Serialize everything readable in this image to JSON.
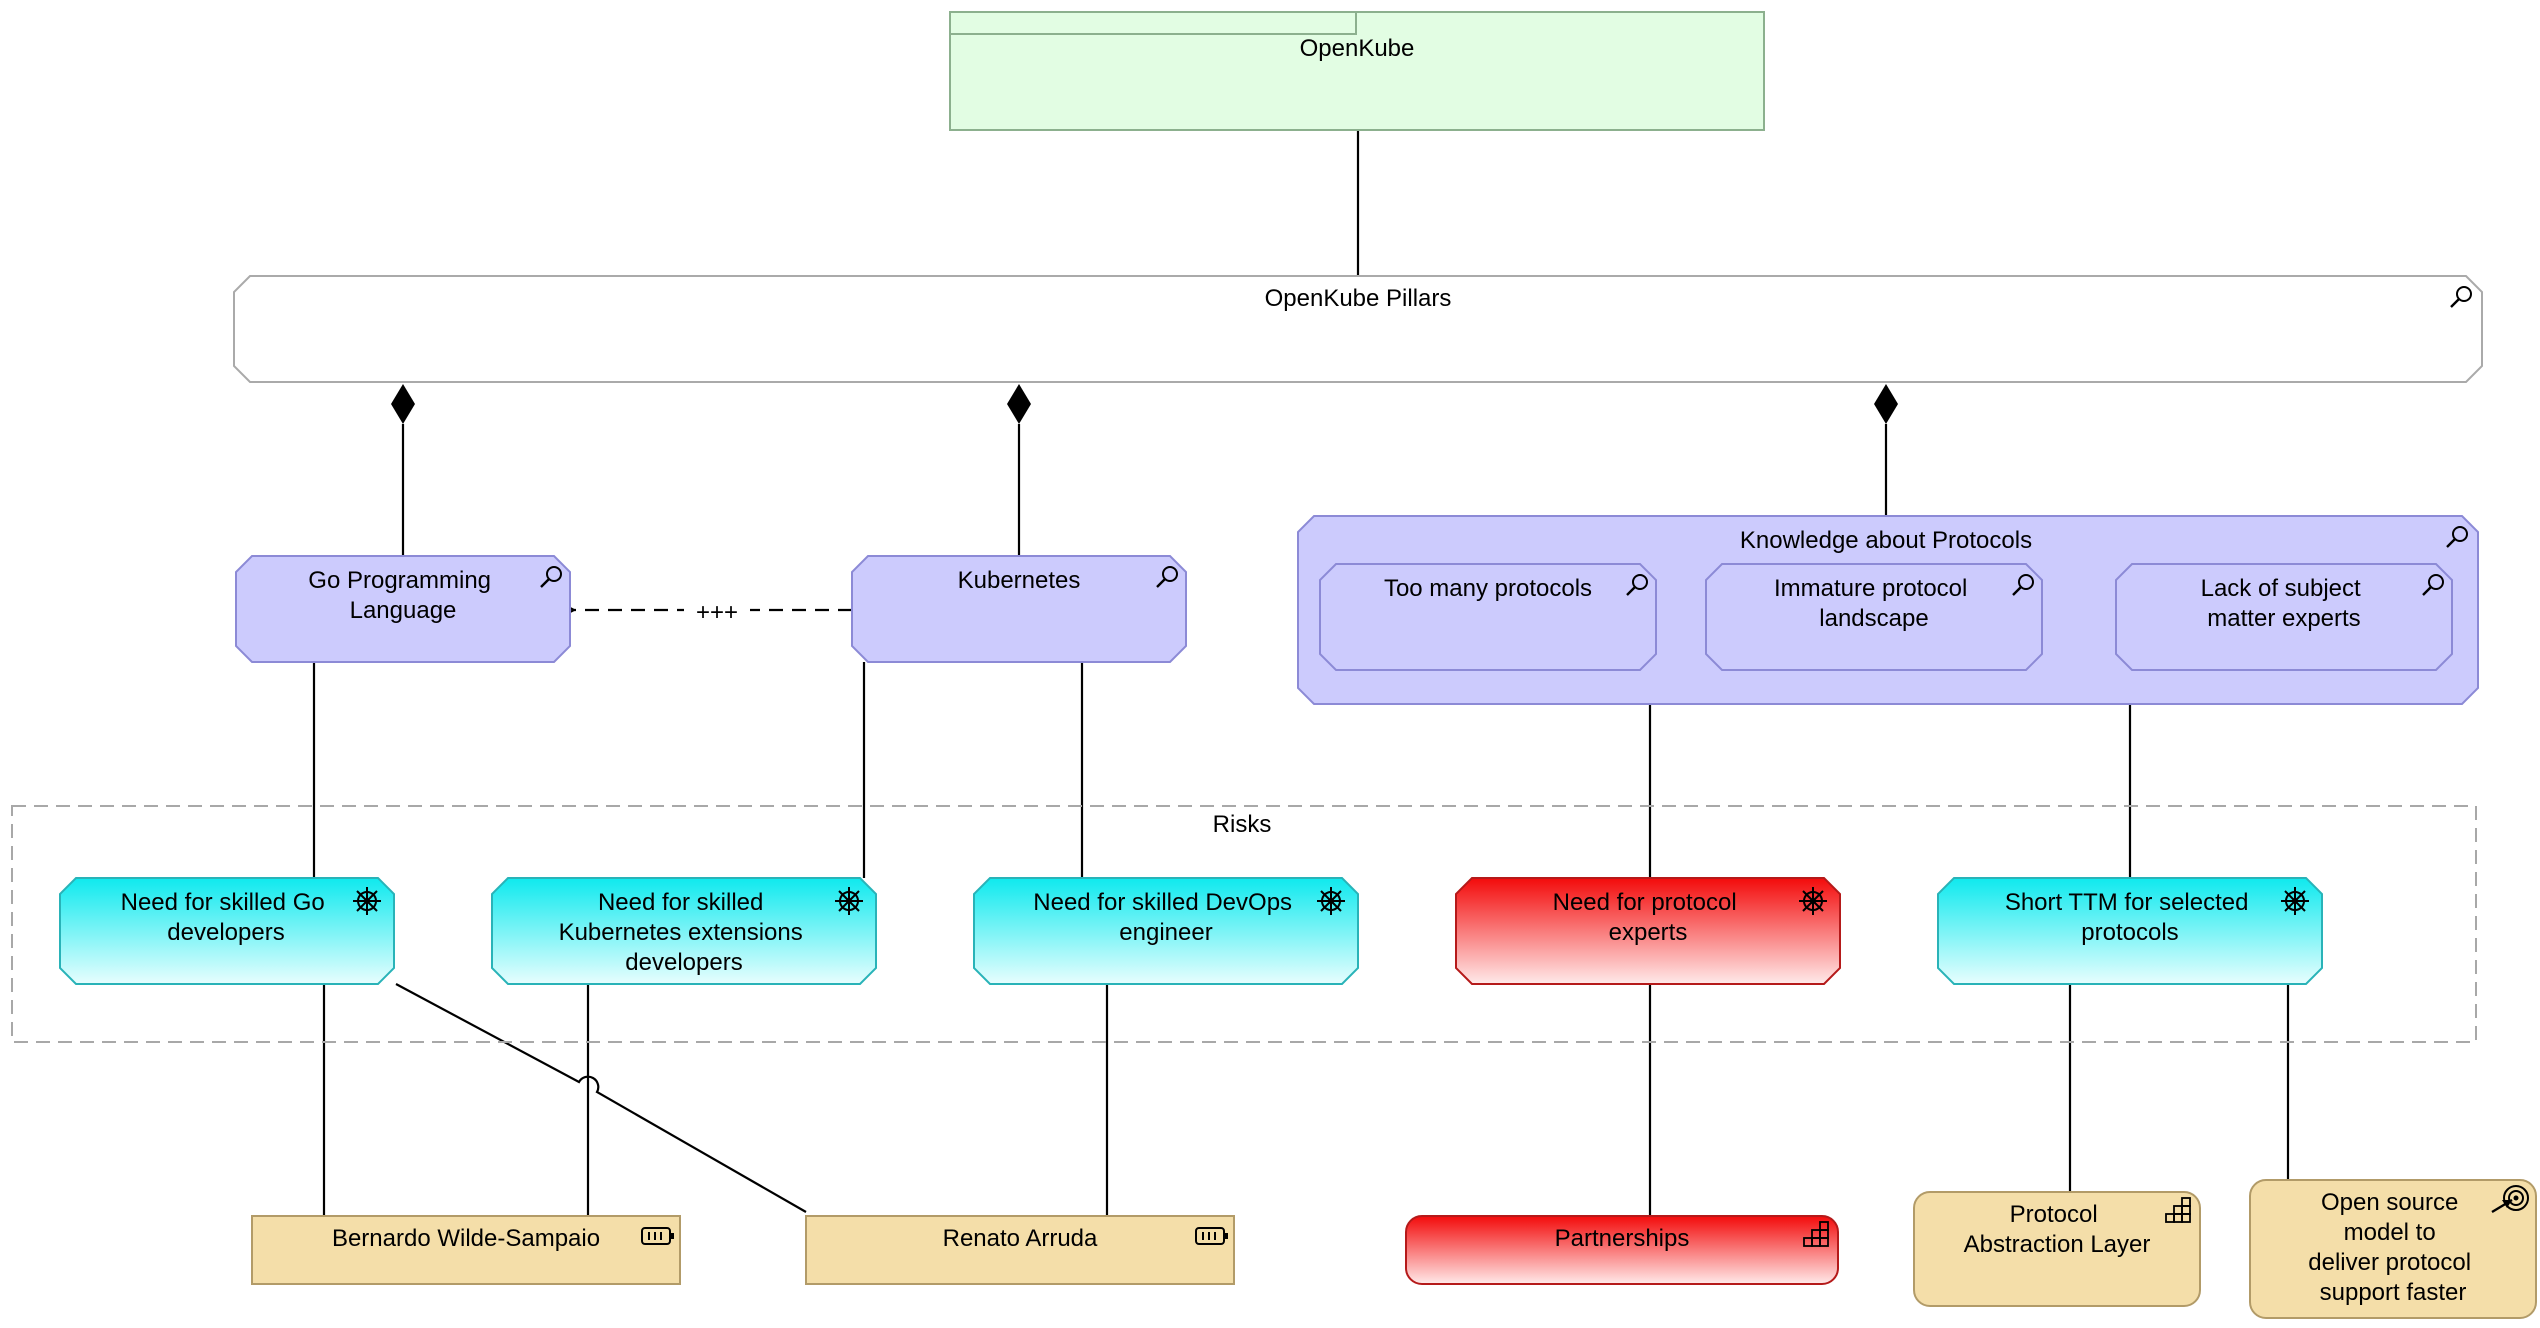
{
  "colors": {
    "location_fill": "#e2fde3",
    "location_stroke": "#8cb08e",
    "assessment_fill": "#cccbfd",
    "assessment_stroke": "#8c8ad6",
    "driver_fill_top": "#0fe9ee",
    "driver_fill_bottom": "#e7fefe",
    "driver_stroke": "#29b3b8",
    "red_fill_top": "#f30b0b",
    "red_fill_bottom": "#ffeaea",
    "red_stroke": "#b51a1a",
    "actor_fill": "#f4dea9",
    "actor_stroke": "#b29b68",
    "pillars_fill": "#ffffff",
    "pillars_stroke": "#aaaaaa",
    "line": "#000000",
    "group_dash": "#a8a8a8"
  },
  "nodes": {
    "openkube": {
      "label": "OpenKube"
    },
    "pillars": {
      "label": "OpenKube Pillars",
      "icon": "magnifier-icon"
    },
    "go_lang": {
      "lines": [
        "Go Programming",
        "Language"
      ],
      "icon": "magnifier-icon"
    },
    "kubernetes": {
      "lines": [
        "Kubernetes"
      ],
      "icon": "magnifier-icon"
    },
    "knowledge": {
      "label": "Knowledge about Protocols",
      "icon": "magnifier-icon"
    },
    "too_many": {
      "lines": [
        "Too many protocols"
      ],
      "icon": "magnifier-icon"
    },
    "immature": {
      "lines": [
        "Immature protocol",
        "landscape"
      ],
      "icon": "magnifier-icon"
    },
    "lack_sme": {
      "lines": [
        "Lack of subject",
        "matter experts"
      ],
      "icon": "magnifier-icon"
    },
    "risks_group": {
      "label": "Risks"
    },
    "need_go": {
      "lines": [
        "Need for skilled Go",
        "developers"
      ],
      "icon": "helm-wheel-icon"
    },
    "need_k8s": {
      "lines": [
        "Need for skilled",
        "Kubernetes extensions",
        "developers"
      ],
      "icon": "helm-wheel-icon"
    },
    "need_devops": {
      "lines": [
        "Need for skilled DevOps",
        "engineer"
      ],
      "icon": "helm-wheel-icon"
    },
    "need_protocol": {
      "lines": [
        "Need for protocol",
        "experts"
      ],
      "icon": "helm-wheel-icon"
    },
    "short_ttm": {
      "lines": [
        "Short TTM for selected",
        "protocols"
      ],
      "icon": "helm-wheel-icon"
    },
    "bernardo": {
      "lines": [
        "Bernardo Wilde-Sampaio"
      ],
      "icon": "resource-battery-icon"
    },
    "renato": {
      "lines": [
        "Renato Arruda"
      ],
      "icon": "resource-battery-icon"
    },
    "partnerships": {
      "lines": [
        "Partnerships"
      ],
      "icon": "capability-steps-icon"
    },
    "protocol_layer": {
      "lines": [
        "Protocol",
        "Abstraction Layer"
      ],
      "icon": "capability-steps-icon"
    },
    "open_source": {
      "lines": [
        "Open source",
        "model to",
        "deliver protocol",
        "support faster"
      ],
      "icon": "goal-target-icon"
    }
  },
  "relations": {
    "influence_label": "+++"
  }
}
